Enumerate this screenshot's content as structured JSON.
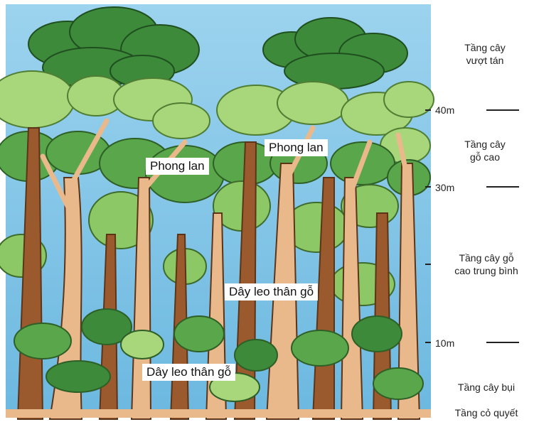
{
  "callouts": {
    "orchid_left": "Phong lan",
    "orchid_right": "Phong lan",
    "liana_middle": "Dây leo thân gỗ",
    "liana_bottom": "Dây leo thân gỗ"
  },
  "height_markers": {
    "m40": "40m",
    "m30": "30m",
    "m10": "10m"
  },
  "layers": {
    "emergent": "Tầng cây\nvượt tán",
    "tall_trees": "Tầng cây\ngỗ cao",
    "medium_trees": "Tầng cây gỗ\ncao trung bình",
    "shrubs": "Tầng cây bụi",
    "ground": "Tầng cỏ quyết"
  },
  "colors": {
    "sky": "#7fc4e6",
    "dark_foliage": "#3f8a3b",
    "mid_foliage": "#5aa64a",
    "light_foliage": "#a9d67a",
    "trunk_tan": "#e9b98c",
    "trunk_brown": "#9a5a2e"
  }
}
